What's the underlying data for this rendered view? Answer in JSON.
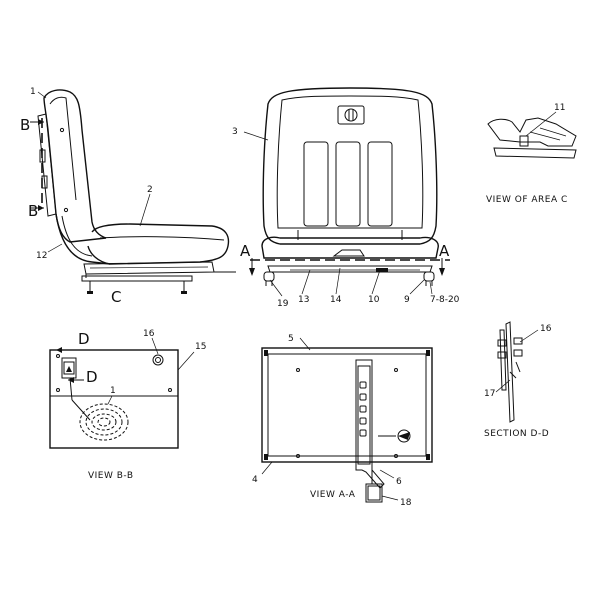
{
  "views": {
    "view_area_c": "VIEW OF AREA C",
    "view_b_b": "VIEW B-B",
    "view_a_a": "VIEW A-A",
    "section_d_d": "SECTION D-D"
  },
  "section_letters": {
    "a": "A",
    "b": "B",
    "c": "C",
    "d": "D"
  },
  "part_numbers": {
    "p1": "1",
    "p2": "2",
    "p3": "3",
    "p4": "4",
    "p5": "5",
    "p6": "6",
    "p9": "9",
    "p10": "10",
    "p11": "11",
    "p12": "12",
    "p13": "13",
    "p14": "14",
    "p15": "15",
    "p16": "16",
    "p17": "17",
    "p18": "18",
    "p19": "19",
    "p7_8_20": "7-8-20"
  }
}
